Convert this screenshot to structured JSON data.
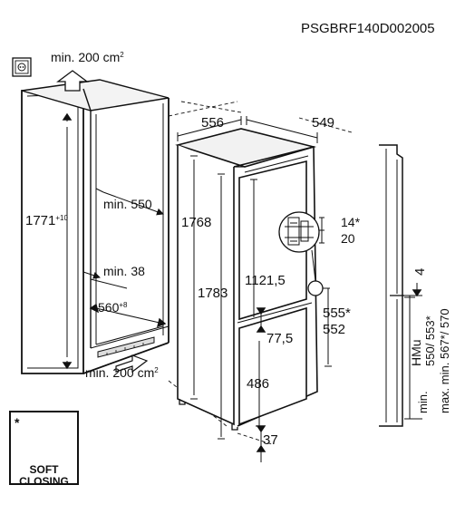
{
  "header": {
    "model_code": "PSGBRF140D002005"
  },
  "labels": {
    "top_vent": "min. 200 cm",
    "top_vent_sup": "2",
    "bottom_vent": "min. 200 cm",
    "bottom_vent_sup": "2",
    "niche_height": "1771",
    "niche_height_sup": "+10",
    "min_depth": "min. 550",
    "min_gap": "min. 38",
    "niche_width": "560",
    "niche_width_sup": "+8",
    "width": "556",
    "depth": "549",
    "height_1768": "1768",
    "height_1783": "1783",
    "upper_door": "1121,5",
    "hinge_14": "14*",
    "hinge_20": "20",
    "gap_555": "555*",
    "gap_552": "552",
    "dim_77_5": "77,5",
    "lower_door": "486",
    "bottom_37": "37",
    "side_4": "4",
    "hmu": "HMu",
    "hmu_values": "550/ 553*",
    "min_567": "min. 567*/ 570",
    "max_label": "max.",
    "min_label": "min."
  },
  "badge": {
    "star": "*",
    "line1": "SOFT",
    "line2": "CLOSING"
  },
  "icons": {
    "socket": "power-socket-icon",
    "soft_close": "soft-closing-icon"
  }
}
